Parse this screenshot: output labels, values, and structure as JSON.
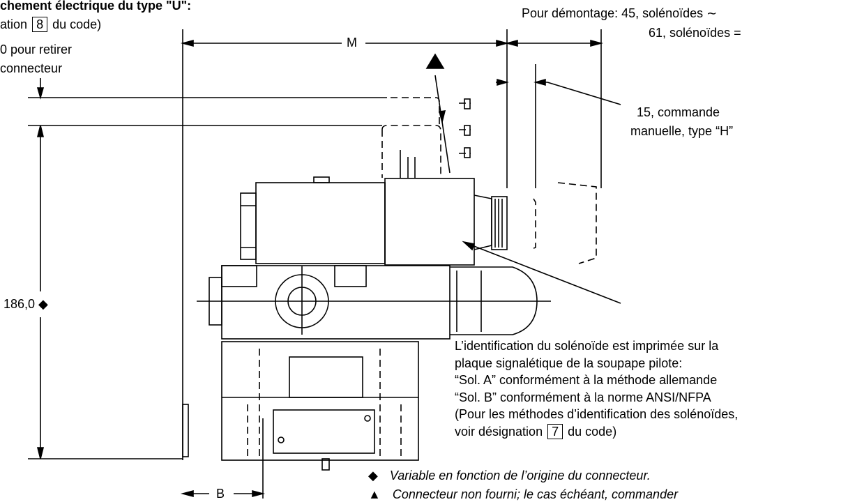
{
  "header": {
    "title_fragment": "chement électrique du type \"U\":",
    "code_ref_before": "ation",
    "code_ref_box": "8",
    "code_ref_after": "du code)",
    "connector_line1": "0 pour retirer",
    "connector_line2": "connecteur"
  },
  "dimensions": {
    "m_label": "M",
    "b_label": "B",
    "height_label": "186,0 ◆",
    "dismount_line1": "Pour démontage: 45, solénoïdes ∼",
    "dismount_line2": "61, solénoïdes ="
  },
  "callouts": {
    "manual_line1": "15, commande",
    "manual_line2": "manuelle, type “H”",
    "triangle_mark": "▲"
  },
  "identification_note": {
    "line1": "L’identification du solénoïde est imprimée sur la",
    "line2": "plaque signalétique de la soupape pilote:",
    "line3": "“Sol. A” conformément à la méthode allemande",
    "line4": "“Sol. B” conformément à la norme ANSI/NFPA",
    "line5": "(Pour les méthodes d’identification des solénoïdes,",
    "line6_before": "voir désignation",
    "line6_box": "7",
    "line6_after": "du code)"
  },
  "footnotes": {
    "diamond_symbol": "◆",
    "diamond_text": "Variable en fonction de l’origine du connecteur.",
    "triangle_symbol": "▲",
    "triangle_text": "Connecteur non fourni; le cas échéant, commander"
  }
}
